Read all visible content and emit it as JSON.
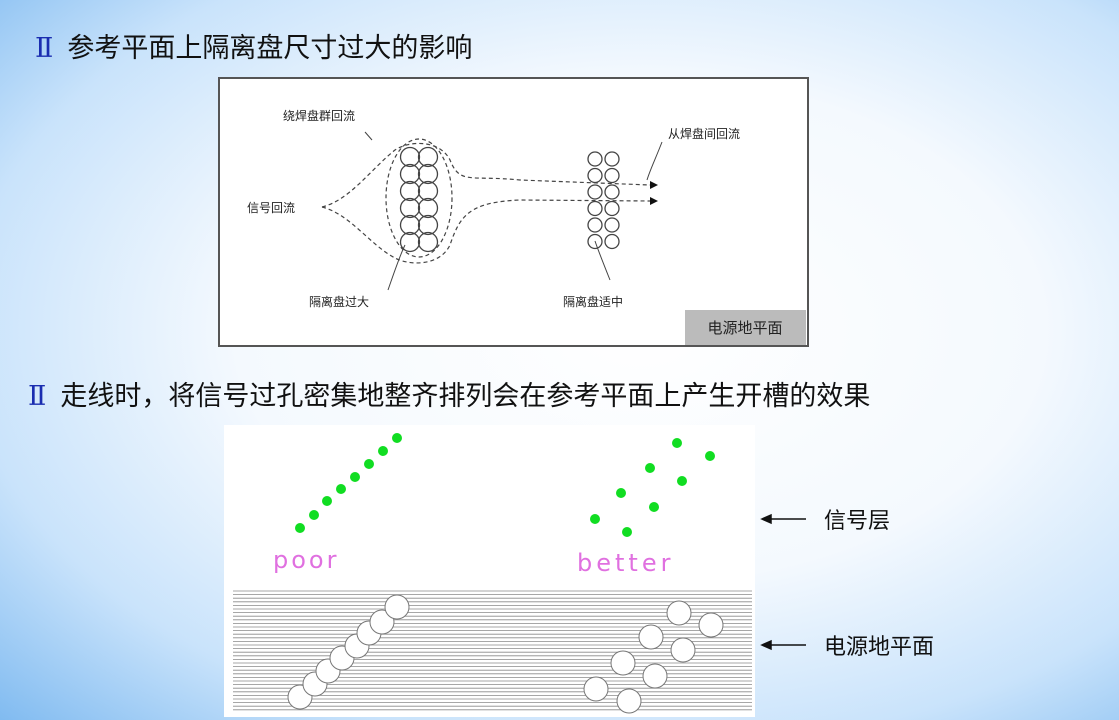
{
  "bullet_symbol": "Ⅱ",
  "section1": {
    "title": "参考平面上隔离盘尺寸过大的影响",
    "labels": {
      "around_pads": "绕焊盘群回流",
      "between_pads": "从焊盘间回流",
      "signal_return": "信号回流",
      "antipad_too_large": "隔离盘过大",
      "antipad_moderate": "隔离盘适中",
      "plane": "电源地平面"
    }
  },
  "section2": {
    "title": "走线时，将信号过孔密集地整齐排列会在参考平面上产生开槽的效果",
    "poor_label": "poor",
    "better_label": "better",
    "signal_layer": "信号层",
    "plane_layer": "电源地平面",
    "colors": {
      "via": "#11dd22",
      "label": "#e070e0"
    }
  }
}
